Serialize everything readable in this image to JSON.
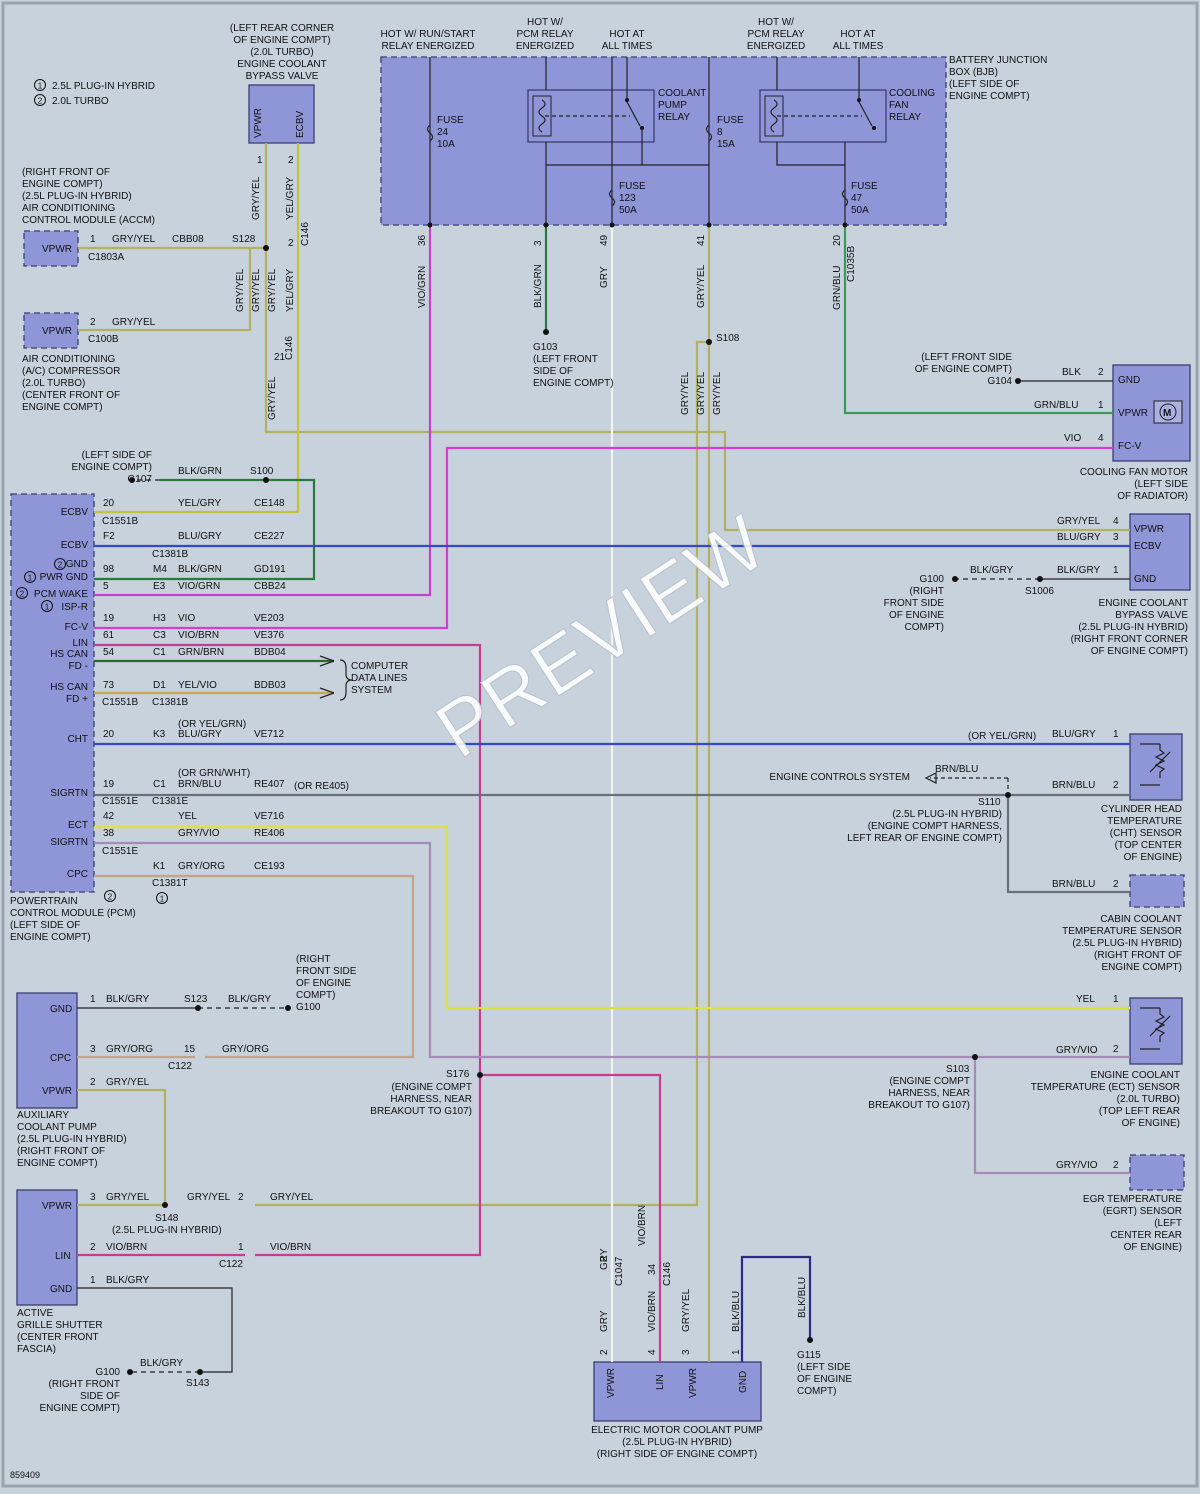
{
  "legend": {
    "l1": "2.5L PLUG-IN HYBRID",
    "l2": "2.0L TURBO"
  },
  "figure_id": "859409",
  "watermark": "PREVIEW",
  "bjb": {
    "title": "BATTERY JUNCTION\nBOX (BJB)\n(LEFT SIDE OF\nENGINE COMPT)"
  },
  "top_labels": {
    "hot_run": "HOT W/ RUN/START\nRELAY ENERGIZED",
    "hot_pcm1": "HOT W/\nPCM RELAY\nENERGIZED",
    "hot_all1": "HOT AT\nALL TIMES",
    "hot_pcm2": "HOT W/\nPCM RELAY\nENERGIZED",
    "hot_all2": "HOT AT\nALL TIMES"
  },
  "fuses": {
    "f24": "FUSE\n24\n10A",
    "f8": "FUSE\n8\n15A",
    "f123": "FUSE\n123\n50A",
    "f47": "FUSE\n47\n50A"
  },
  "relays": {
    "coolant_pump": "COOLANT\nPUMP\nRELAY",
    "cooling_fan": "COOLING\nFAN\nRELAY"
  },
  "ecbv_top": {
    "title": "(LEFT REAR CORNER\nOF ENGINE COMPT)\n(2.0L TURBO)\nENGINE COOLANT\nBYPASS VALVE",
    "p1": "VPWR",
    "p2": "ECBV"
  },
  "accm": {
    "title": "(RIGHT FRONT OF\nENGINE COMPT)\n(2.5L PLUG-IN HYBRID)\nAIR CONDITIONING\nCONTROL MODULE (ACCM)",
    "pin": "VPWR"
  },
  "ac_comp": {
    "title": "AIR CONDITIONING\n(A/C) COMPRESSOR\n(2.0L TURBO)\n(CENTER FRONT OF\nENGINE COMPT)",
    "pin": "VPWR"
  },
  "pcm": {
    "title": "POWERTRAIN\nCONTROL MODULE (PCM)\n(LEFT SIDE OF\nENGINE COMPT)",
    "pins": [
      "ECBV",
      "ECBV",
      "GND",
      "PWR GND",
      "PCM WAKE",
      "ISP-R",
      "FC-V",
      "LIN",
      "HS CAN\nFD -",
      "HS CAN\nFD +",
      "CHT",
      "SIGRTN",
      "ECT",
      "SIGRTN",
      "CPC"
    ]
  },
  "pcm_rows": [
    {
      "pin": "20",
      "cav": "",
      "color": "YEL/GRY",
      "circuit": "CE148"
    },
    {
      "pin": "F2",
      "cav": "",
      "color": "BLU/GRY",
      "circuit": "CE227"
    },
    {
      "pin": "98",
      "cav": "M4",
      "color": "BLK/GRN",
      "circuit": "GD191"
    },
    {
      "pin": "5",
      "cav": "E3",
      "color": "VIO/GRN",
      "circuit": "CBB24"
    },
    {
      "pin": "19",
      "cav": "H3",
      "color": "VIO",
      "circuit": "VE203"
    },
    {
      "pin": "61",
      "cav": "C3",
      "color": "VIO/BRN",
      "circuit": "VE376"
    },
    {
      "pin": "54",
      "cav": "C1",
      "color": "GRN/BRN",
      "circuit": "BDB04"
    },
    {
      "pin": "73",
      "cav": "D1",
      "color": "YEL/VIO",
      "circuit": "BDB03"
    },
    {
      "pin": "20",
      "cav": "K3",
      "color": "BLU/GRY",
      "circuit": "VE712"
    },
    {
      "pin": "19",
      "cav": "C1",
      "color": "BRN/BLU",
      "circuit": "RE407"
    },
    {
      "pin": "42",
      "cav": "",
      "color": "YEL",
      "circuit": "VE716"
    },
    {
      "pin": "38",
      "cav": "",
      "color": "GRY/VIO",
      "circuit": "RE406"
    },
    {
      "pin": "",
      "cav": "K1",
      "color": "GRY/ORG",
      "circuit": "CE193"
    }
  ],
  "connectors": {
    "c1551b_1": "C1551B",
    "c1381b_1": "C1381B",
    "c1551b_2": "C1551B",
    "c1381b_2": "C1381B",
    "c1551e_1": "C1551E",
    "c1381e": "C1381E",
    "c1551e_2": "C1551E",
    "c1381t": "C1381T",
    "c1803a": "C1803A",
    "c100b": "C100B",
    "c146_1": "C146",
    "c146_2": "C146",
    "c146_3": "C146",
    "c1035b": "C1035B",
    "c122_1": "C122",
    "c122_2": "C122",
    "c1047": "C1047"
  },
  "notes": {
    "or_yelgrn": "(OR YEL/GRN)",
    "or_grnwht": "(OR GRN/WHT)",
    "or_re405": "(OR RE405)",
    "or_yelgrn_right": "(OR YEL/GRN)",
    "data_lines": "COMPUTER\nDATA LINES\nSYSTEM",
    "engine_controls": "ENGINE CONTROLS SYSTEM"
  },
  "splices": {
    "s128": "S128",
    "s100": "S100",
    "s108": "S108",
    "s1006": "S1006",
    "s110": "S110",
    "s110_note": "(2.5L PLUG-IN HYBRID)\n(ENGINE COMPT HARNESS,\nLEFT REAR OF ENGINE COMPT)",
    "s123": "S123",
    "s148": "S148",
    "s148_note": "(2.5L PLUG-IN HYBRID)",
    "s143": "S143",
    "s176": "S176",
    "s176_note": "(ENGINE COMPT\nHARNESS, NEAR\nBREAKOUT TO G107)",
    "s103": "S103",
    "s103_note": "(ENGINE COMPT\nHARNESS, NEAR\nBREAKOUT TO G107)"
  },
  "grounds": {
    "g107": "(LEFT SIDE OF\nENGINE COMPT)\nG107",
    "g103": "G103\n(LEFT FRONT\nSIDE OF\nENGINE COMPT)",
    "g104": "(LEFT FRONT SIDE\nOF ENGINE COMPT)\nG104",
    "g100_right": "G100\n(RIGHT\nFRONT SIDE\nOF ENGINE\nCOMPT)",
    "g100_mid": "(RIGHT\nFRONT SIDE\nOF ENGINE\nCOMPT)\nG100",
    "g100_bottom": "G100\n(RIGHT FRONT\nSIDE OF\nENGINE COMPT)",
    "g115": "G115\n(LEFT SIDE\nOF ENGINE\nCOMPT)"
  },
  "fan_motor": {
    "title": "COOLING FAN MOTOR\n(LEFT SIDE\nOF RADIATOR)",
    "pins": [
      "GND",
      "VPWR",
      "FC-V"
    ]
  },
  "ecbv_right": {
    "title": "ENGINE COOLANT\nBYPASS VALVE\n(2.5L PLUG-IN HYBRID)\n(RIGHT FRONT CORNER\nOF ENGINE COMPT)",
    "pins": [
      "VPWR",
      "ECBV",
      "GND"
    ]
  },
  "cht": {
    "title": "CYLINDER HEAD\nTEMPERATURE\n(CHT) SENSOR\n(TOP CENTER\nOF ENGINE)"
  },
  "cabin": {
    "title": "CABIN COOLANT\nTEMPERATURE SENSOR\n(2.5L PLUG-IN HYBRID)\n(RIGHT FRONT OF\nENGINE COMPT)"
  },
  "ect": {
    "title": "ENGINE COOLANT\nTEMPERATURE (ECT) SENSOR\n(2.0L TURBO)\n(TOP LEFT REAR\nOF ENGINE)"
  },
  "egrt": {
    "title": "EGR TEMPERATURE\n(EGRT) SENSOR\n(LEFT\nCENTER REAR\nOF ENGINE)"
  },
  "aux_pump": {
    "title": "AUXILIARY\nCOOLANT PUMP\n(2.5L PLUG-IN HYBRID)\n(RIGHT FRONT OF\nENGINE COMPT)",
    "pins": [
      "GND",
      "CPC",
      "VPWR"
    ]
  },
  "shutter": {
    "title": "ACTIVE\nGRILLE SHUTTER\n(CENTER FRONT\nFASCIA)",
    "pins": [
      "VPWR",
      "LIN",
      "GND"
    ]
  },
  "emcp": {
    "title": "ELECTRIC MOTOR COOLANT PUMP\n(2.5L PLUG-IN HYBRID)\n(RIGHT SIDE OF ENGINE COMPT)",
    "pins": [
      "VPWR",
      "LIN",
      "VPWR",
      "GND"
    ]
  },
  "wires": {
    "gry_yel": "GRY/YEL",
    "yel_gry": "YEL/GRY",
    "vio_grn": "VIO/GRN",
    "blk_grn": "BLK/GRN",
    "gry": "GRY",
    "grn_blu": "GRN/BLU",
    "blk": "BLK",
    "vio": "VIO",
    "blu_gry": "BLU/GRY",
    "blk_gry": "BLK/GRY",
    "brn_blu": "BRN/BLU",
    "yel": "YEL",
    "gry_vio": "GRY/VIO",
    "gry_org": "GRY/ORG",
    "vio_brn": "VIO/BRN",
    "blk_blu": "BLK/BLU",
    "cbb08": "CBB08"
  },
  "colors": {
    "gry_yel": "#b2b25e",
    "yel_gry": "#c4c040",
    "vio": "#d63ccf",
    "vio_grn": "#c243c9",
    "blk_grn": "#2a7a3a",
    "grn_blu": "#3a9a5a",
    "blu_gry": "#3448c8",
    "brn_blu": "#6b6f7a",
    "yel": "#e0e040",
    "gry_vio": "#a68ab8",
    "gry_org": "#c2a48a",
    "vio_brn": "#c63c90",
    "gry": "#f2f2f2",
    "blk_blu": "#2a2a8a",
    "grn_brn": "#2a6a2a",
    "yel_vio": "#c8a848"
  }
}
